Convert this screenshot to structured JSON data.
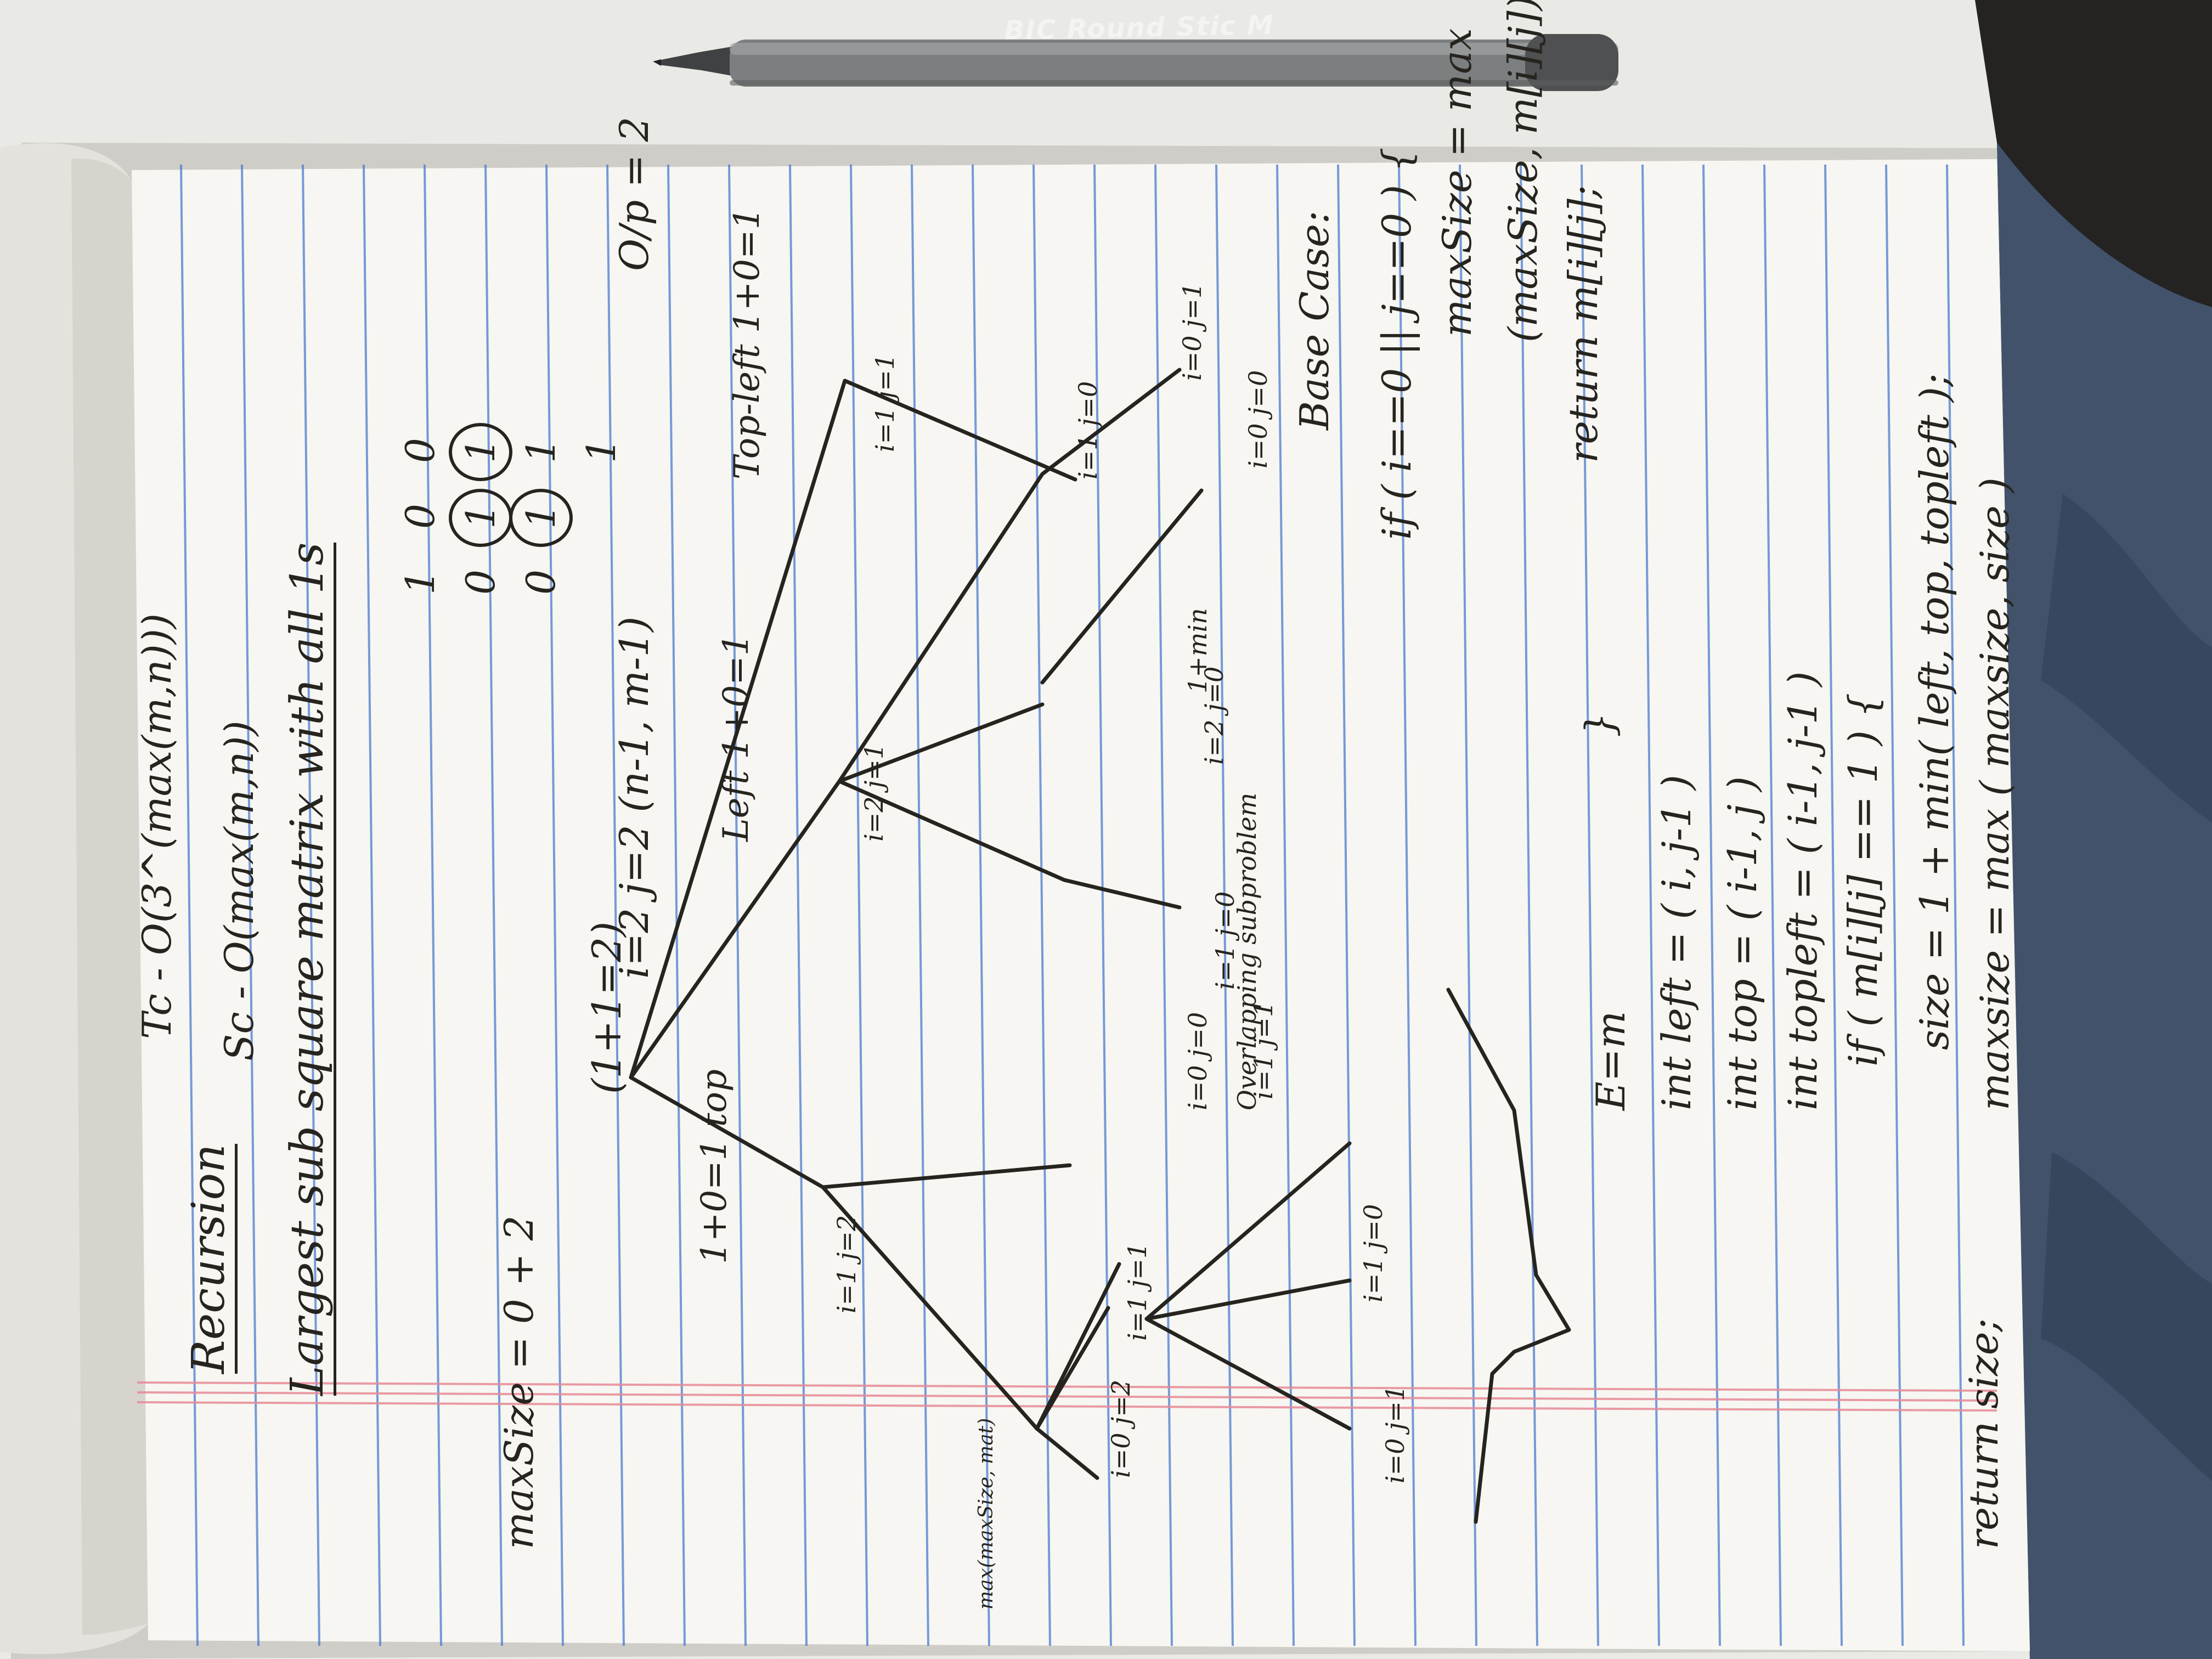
{
  "pen": {
    "branding": "BIC Round Stic M",
    "barrel_color": "#7c7f80",
    "cap_color": "#4e5052"
  },
  "notebook": {
    "paper_color": "#f7f6f2",
    "rule_color": "#4a7bd0",
    "margin_color": "#e78a97"
  },
  "notes": {
    "title": "Recursion",
    "tc": "Tc - O(3^(max(m,n)))",
    "sc": "Sc - O(max(m,n))",
    "heading": "Largest sub square matrix with all 1s",
    "matrix": [
      [
        "1",
        "0",
        "0"
      ],
      [
        "0",
        "1",
        "1"
      ],
      [
        "0",
        "1",
        "1"
      ],
      [
        "",
        "",
        "1"
      ]
    ],
    "call": "i=2 j=2   (n-1, m-1)",
    "output": "O/p = 2",
    "maxsize_line": "maxSize = 0 + 2",
    "root": "(1+1=2)",
    "branch_labels": {
      "top": "1+0=1  top",
      "left": "Left  1+0=1",
      "top_left": "Top-left  1+0=1"
    },
    "nodes": [
      "i=1 j=2",
      "i=2 j=1",
      "i=1 j=1",
      "i=0 j=2",
      "i=1 j=1",
      "i=0 j=1",
      "i=1 j=0",
      "i=1 j=1",
      "i=0 j=0",
      "i=2 j=0",
      "i=1 j=0",
      "i=0 j=1",
      "i=1 j=0",
      "i=0 j=0"
    ],
    "small_note": "1+min",
    "side_note": "max(maxSize, mat)",
    "overlapping": "Overlapping subproblem",
    "em": "E=m",
    "base_case": {
      "title": "Base Case:",
      "lines": [
        "if ( i==0 || j==0 ) {",
        "maxSize = max",
        "(maxSize, m[i][j])",
        "return m[i][j];",
        "}"
      ]
    },
    "code_lines": [
      "int left = ( i, j-1 )",
      "int top = ( i-1, j )",
      "int topleft = ( i-1, j-1 )",
      "if ( m[i][j] == 1 ) {",
      "size = 1 + min( left, top, topleft );",
      "maxsize = max ( maxsize, size )"
    ],
    "return_line": "return size;"
  }
}
